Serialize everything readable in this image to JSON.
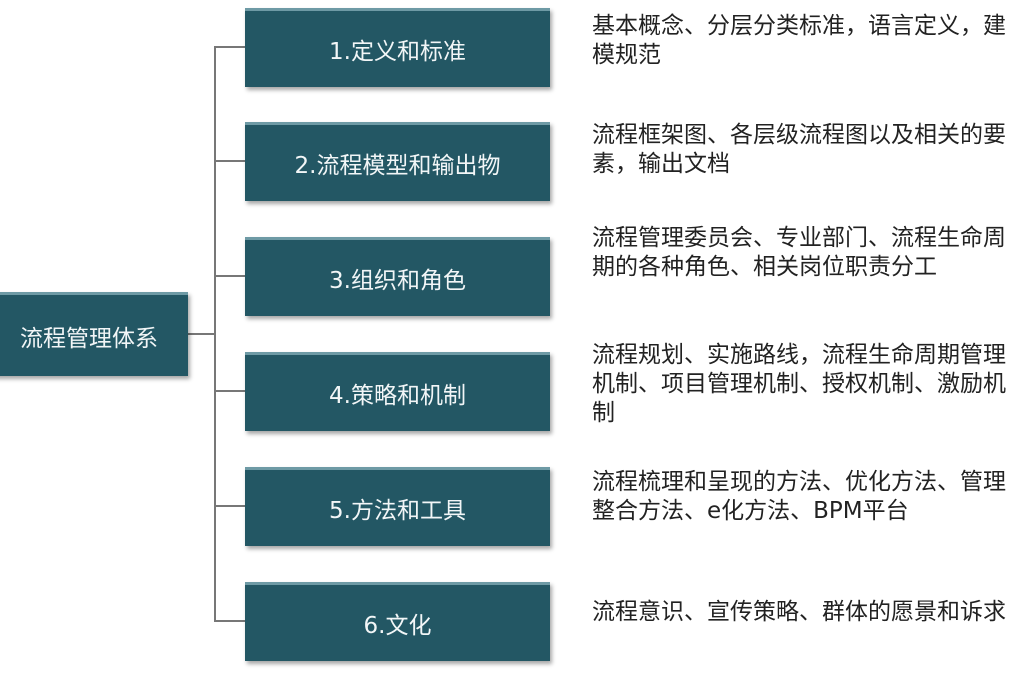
{
  "root": {
    "label": "流程管理体系"
  },
  "items": [
    {
      "label": "1.定义和标准",
      "description": "基本概念、分层分类标准，语言定义，建模规范"
    },
    {
      "label": "2.流程模型和输出物",
      "description": "流程框架图、各层级流程图以及相关的要素，输出文档"
    },
    {
      "label": "3.组织和角色",
      "description": "流程管理委员会、专业部门、流程生命周期的各种角色、相关岗位职责分工"
    },
    {
      "label": "4.策略和机制",
      "description": "流程规划、实施路线，流程生命周期管理机制、项目管理机制、授权机制、激励机制"
    },
    {
      "label": "5.方法和工具",
      "description": "流程梳理和呈现的方法、优化方法、管理整合方法、e化方法、BPM平台"
    },
    {
      "label": "6.文化",
      "description": "流程意识、宣传策略、群体的愿景和诉求"
    }
  ],
  "colors": {
    "box": "#235764",
    "connector": "#777777"
  }
}
